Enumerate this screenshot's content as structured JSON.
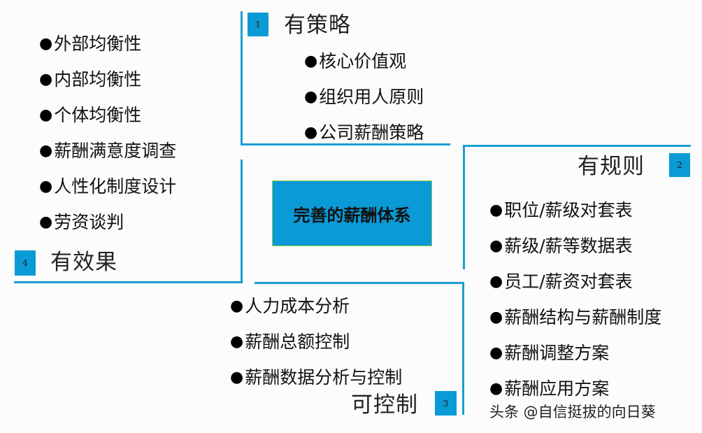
{
  "center": {
    "label": "完善的薪酬体系"
  },
  "quadrants": [
    {
      "number": "1",
      "title": "有策略",
      "items": [
        "核心价值观",
        "组织用人原则",
        "公司薪酬策略"
      ]
    },
    {
      "number": "2",
      "title": "有规则",
      "items": [
        "职位/薪级对套表",
        "薪级/薪等数据表",
        "员工/薪资对套表",
        "薪酬结构与薪酬制度",
        "薪酬调整方案",
        "薪酬应用方案"
      ]
    },
    {
      "number": "3",
      "title": "可控制",
      "items": [
        "人力成本分析",
        "薪酬总额控制",
        "薪酬数据分析与控制"
      ]
    },
    {
      "number": "4",
      "title": "有效果",
      "items": [
        "外部均衡性",
        "内部均衡性",
        "个体均衡性",
        "薪酬满意度调查",
        "人性化制度设计",
        "劳资谈判"
      ]
    }
  ],
  "bullet_glyph": "●",
  "watermark": "头条 @自信挺拔的向日葵",
  "colors": {
    "accent": "#0a9ad6",
    "line": "#1a9fd0",
    "center_border": "#9ccc45"
  }
}
